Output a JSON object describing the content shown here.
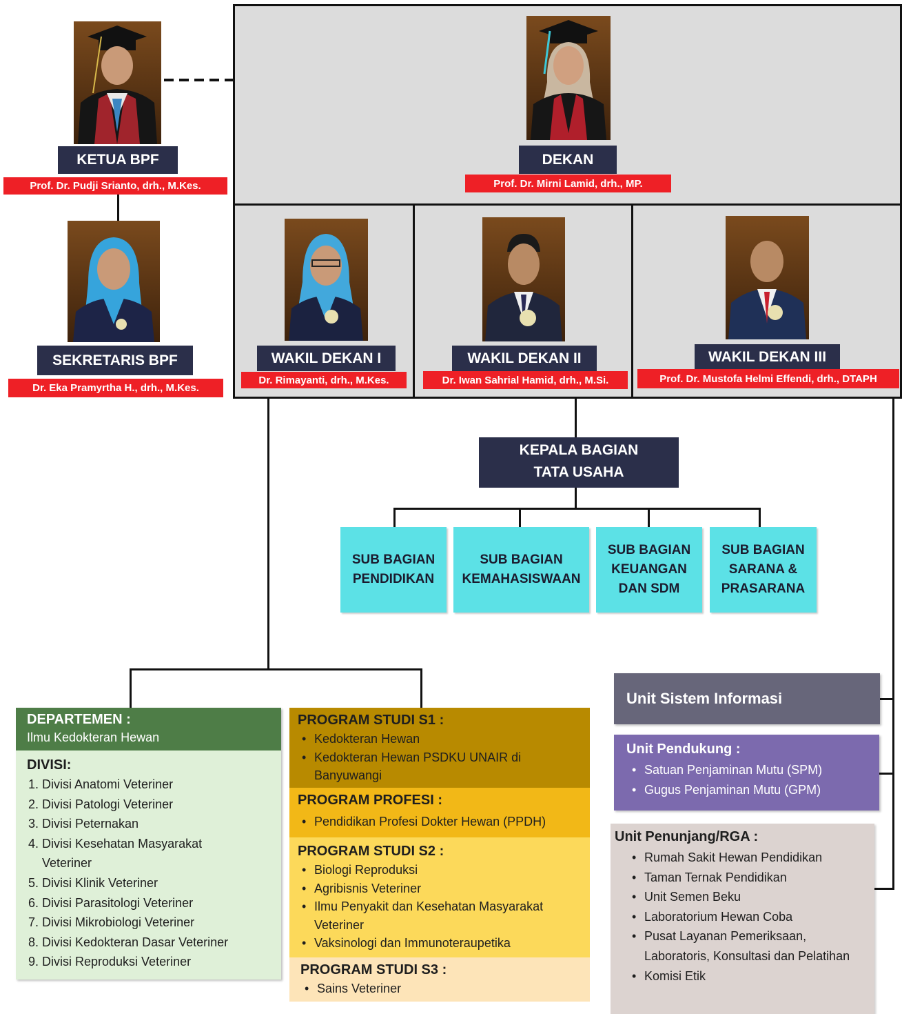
{
  "ketua_bpf": {
    "title": "KETUA BPF",
    "name": "Prof. Dr. Pudji Srianto, drh., M.Kes."
  },
  "sekretaris_bpf": {
    "title": "SEKRETARIS BPF",
    "name": "Dr. Eka Pramyrtha H., drh., M.Kes."
  },
  "dekan": {
    "title": "DEKAN",
    "name": "Prof. Dr. Mirni Lamid, drh., MP."
  },
  "wakil_dekan": [
    {
      "title": "WAKIL DEKAN I",
      "name": "Dr. Rimayanti, drh., M.Kes."
    },
    {
      "title": "WAKIL DEKAN II",
      "name": "Dr. Iwan Sahrial Hamid, drh., M.Si."
    },
    {
      "title": "WAKIL DEKAN III",
      "name": "Prof. Dr. Mustofa Helmi Effendi, drh., DTAPH"
    }
  ],
  "kepala_bagian": {
    "line1": "KEPALA BAGIAN",
    "line2": "TATA USAHA"
  },
  "sub_bagian": [
    {
      "line1": "SUB BAGIAN",
      "line2": "PENDIDIKAN",
      "line3": ""
    },
    {
      "line1": "SUB BAGIAN",
      "line2": "KEMAHASISWAAN",
      "line3": ""
    },
    {
      "line1": "SUB BAGIAN",
      "line2": "KEUANGAN",
      "line3": "DAN SDM"
    },
    {
      "line1": "SUB BAGIAN",
      "line2": "SARANA &",
      "line3": "PRASARANA"
    }
  ],
  "departemen": {
    "title": "DEPARTEMEN :",
    "subtitle": "Ilmu Kedokteran Hewan",
    "divisi_label": "DIVISI:",
    "divisi": [
      {
        "num": "1.",
        "label": "Divisi Anatomi Veteriner"
      },
      {
        "num": "2.",
        "label": "Divisi Patologi Veteriner"
      },
      {
        "num": "3.",
        "label": "Divisi Peternakan"
      },
      {
        "num": "4.",
        "label": "Divisi Kesehatan Masyarakat Veteriner"
      },
      {
        "num": "5.",
        "label": "Divisi Klinik Veteriner"
      },
      {
        "num": "6.",
        "label": "Divisi Parasitologi Veteriner"
      },
      {
        "num": "7.",
        "label": "Divisi Mikrobiologi Veteriner"
      },
      {
        "num": "8.",
        "label": "Divisi Kedokteran Dasar Veteriner"
      },
      {
        "num": "9.",
        "label": "Divisi Reproduksi Veteriner"
      }
    ]
  },
  "program_s1": {
    "title": "PROGRAM STUDI S1 :",
    "items": [
      "Kedokteran Hewan",
      "Kedokteran Hewan PSDKU UNAIR di Banyuwangi"
    ]
  },
  "program_profesi": {
    "title": "PROGRAM PROFESI :",
    "items": [
      "Pendidikan Profesi Dokter Hewan (PPDH)"
    ]
  },
  "program_s2": {
    "title": "PROGRAM STUDI S2 :",
    "items": [
      "Biologi Reproduksi",
      "Agribisnis Veteriner",
      "Ilmu Penyakit dan Kesehatan Masyarakat Veteriner",
      "Vaksinologi dan Immunoteraupetika"
    ]
  },
  "program_s3": {
    "title": "PROGRAM STUDI S3 :",
    "items": [
      "Sains Veteriner"
    ]
  },
  "unit_sistem_informasi": {
    "title": "Unit Sistem Informasi"
  },
  "unit_pendukung": {
    "title": "Unit Pendukung :",
    "items": [
      "Satuan Penjaminan Mutu (SPM)",
      "Gugus Penjaminan Mutu (GPM)"
    ]
  },
  "unit_penunjang": {
    "title": "Unit Penunjang/RGA :",
    "items": [
      "Rumah Sakit Hewan Pendidikan",
      "Taman Ternak Pendidikan",
      "Unit Semen Beku",
      "Laboratorium Hewan Coba",
      "Pusat Layanan Pemeriksaan, Laboratoris, Konsultasi dan Pelatihan",
      "Komisi Etik"
    ]
  },
  "colors": {
    "title_bar": "#2b2f4a",
    "name_bar": "#ee2026",
    "sub_bagian": "#5ce1e6",
    "departemen_header": "#4e7d47",
    "departemen_body": "#dff0d8",
    "s1": "#b88a00",
    "profesi": "#f2b817",
    "s2": "#fcd95a",
    "s3": "#fde4b8",
    "unit_sistem_informasi": "#67667a",
    "unit_pendukung": "#7c6aae",
    "unit_penunjang": "#dcd3d0"
  }
}
